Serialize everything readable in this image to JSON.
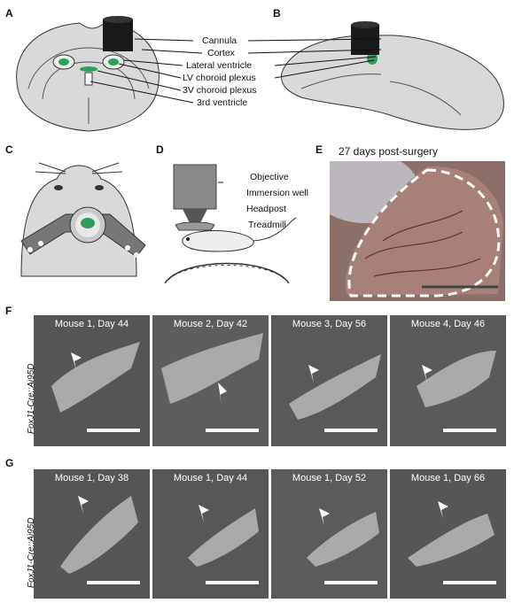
{
  "panels": {
    "A": "A",
    "B": "B",
    "C": "C",
    "D": "D",
    "E": "E",
    "F": "F",
    "G": "G"
  },
  "ab_labels": [
    "Cannula",
    "Cortex",
    "Lateral ventricle",
    "LV choroid plexus",
    "3V choroid plexus",
    "3rd ventricle"
  ],
  "d_labels": [
    "Objective",
    "Immersion well",
    "Headpost",
    "Treadmill"
  ],
  "e_title": "27 days post-surgery",
  "row_f": {
    "label": "FoxJ1-Cre::Ai95D",
    "tiles": [
      "Mouse 1, Day 44",
      "Mouse 2, Day 42",
      "Mouse 3, Day 56",
      "Mouse 4, Day 46"
    ]
  },
  "row_g": {
    "label": "FoxJ1-Cre::Ai95D",
    "tiles": [
      "Mouse 1, Day 38",
      "Mouse 1, Day 44",
      "Mouse 1, Day 52",
      "Mouse 1, Day 66"
    ]
  },
  "colors": {
    "plexus": "#2e9e5b",
    "tissue": "#d9d9d9",
    "cannula": "#1a1a1a"
  }
}
